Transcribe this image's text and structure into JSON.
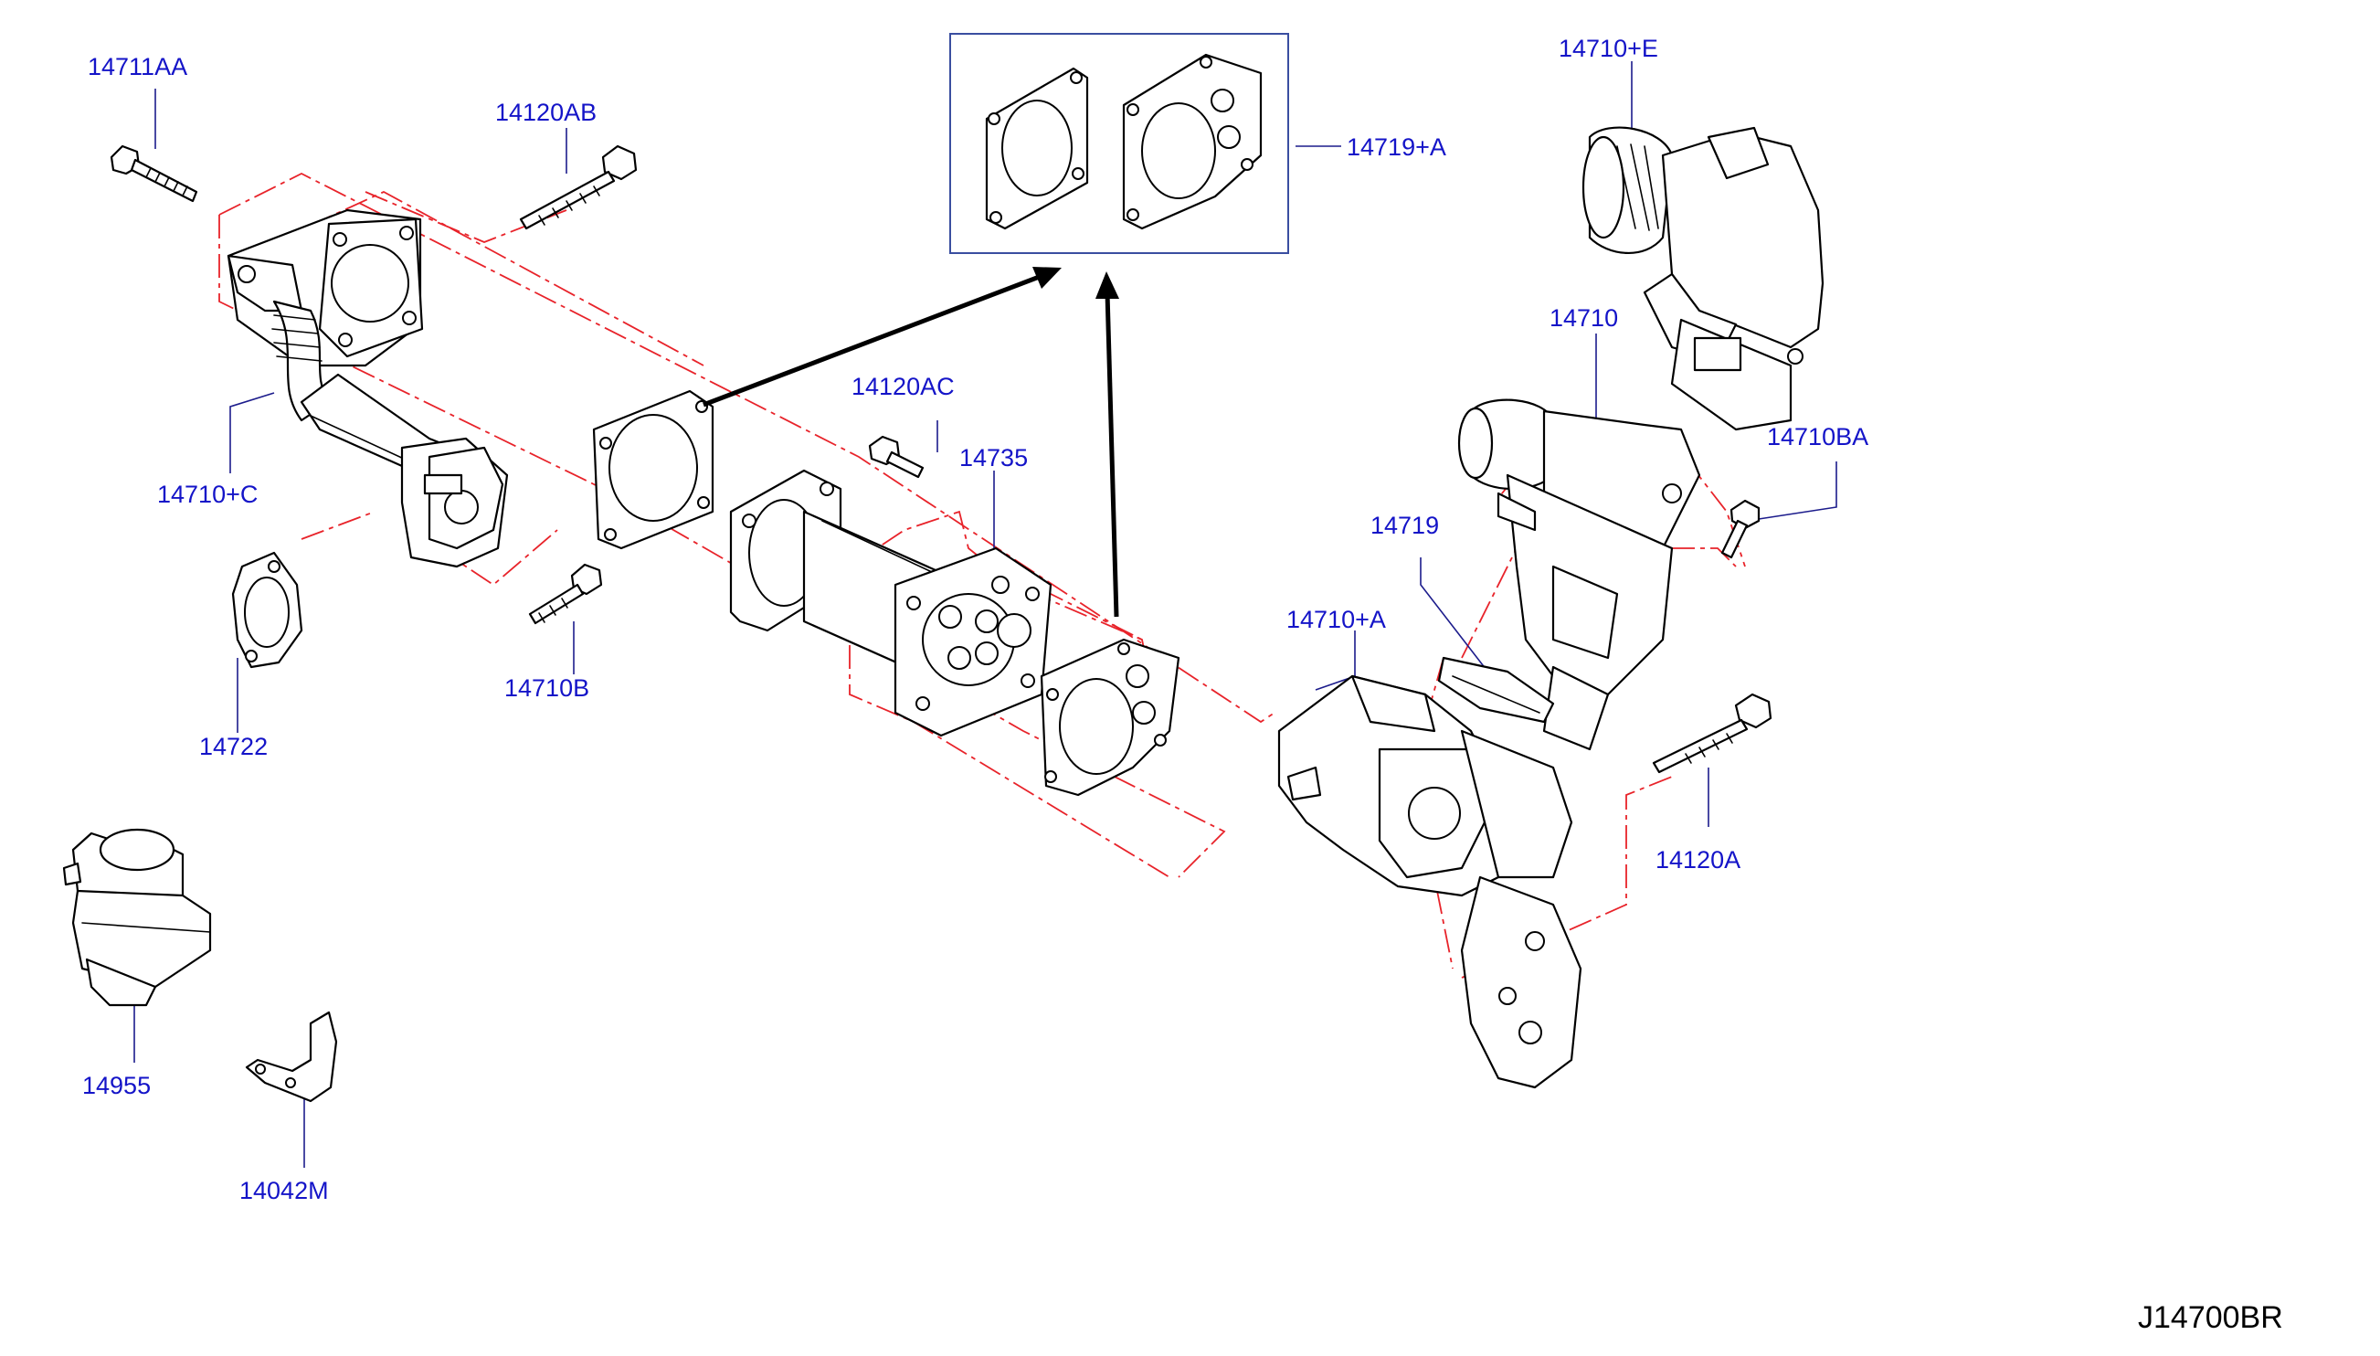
{
  "colors": {
    "label": "#1414c8",
    "diagram_code": "#000000",
    "phantom_line": "#e8232a",
    "leader": "#1c1c8c",
    "callout_box": "#3a4ea0"
  },
  "diagram_code": "J14700BR",
  "callouts": [
    {
      "id": "c_14711AA",
      "text": "14711AA"
    },
    {
      "id": "c_14120AB",
      "text": "14120AB"
    },
    {
      "id": "c_14719A",
      "text": "14719+A"
    },
    {
      "id": "c_14710E",
      "text": "14710+E"
    },
    {
      "id": "c_14710",
      "text": "14710"
    },
    {
      "id": "c_14120AC",
      "text": "14120AC"
    },
    {
      "id": "c_14735",
      "text": "14735"
    },
    {
      "id": "c_14710BA",
      "text": "14710BA"
    },
    {
      "id": "c_14710C",
      "text": "14710+C"
    },
    {
      "id": "c_14719",
      "text": "14719"
    },
    {
      "id": "c_14710A",
      "text": "14710+A"
    },
    {
      "id": "c_14710B",
      "text": "14710B"
    },
    {
      "id": "c_14722",
      "text": "14722"
    },
    {
      "id": "c_14120A",
      "text": "14120A"
    },
    {
      "id": "c_14955",
      "text": "14955"
    },
    {
      "id": "c_14042M",
      "text": "14042M"
    }
  ]
}
